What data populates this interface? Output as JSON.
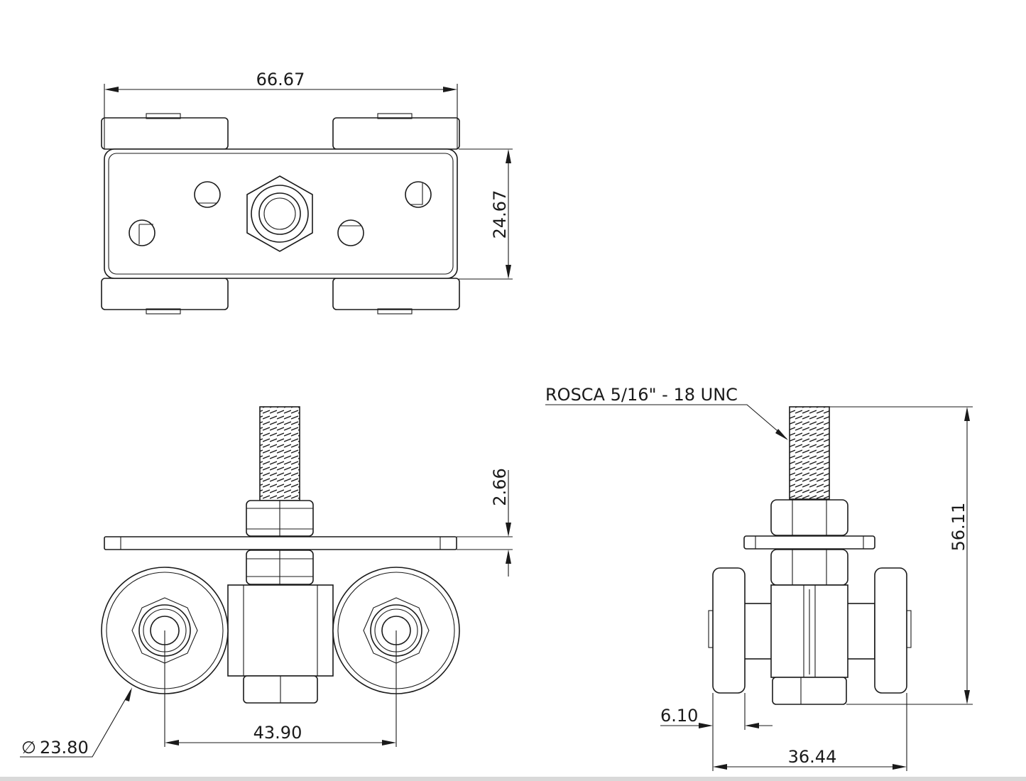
{
  "dimensions": {
    "width_total": "66.67",
    "height_plate": "24.67",
    "plate_thickness": "2.66",
    "wheel_diameter_symbol": "∅",
    "wheel_diameter": "23.80",
    "wheel_spacing": "43.90",
    "wheel_width": "6.10",
    "overall_width": "36.44",
    "overall_height": "56.11"
  },
  "callouts": {
    "thread": "ROSCA 5/16\" - 18 UNC"
  }
}
